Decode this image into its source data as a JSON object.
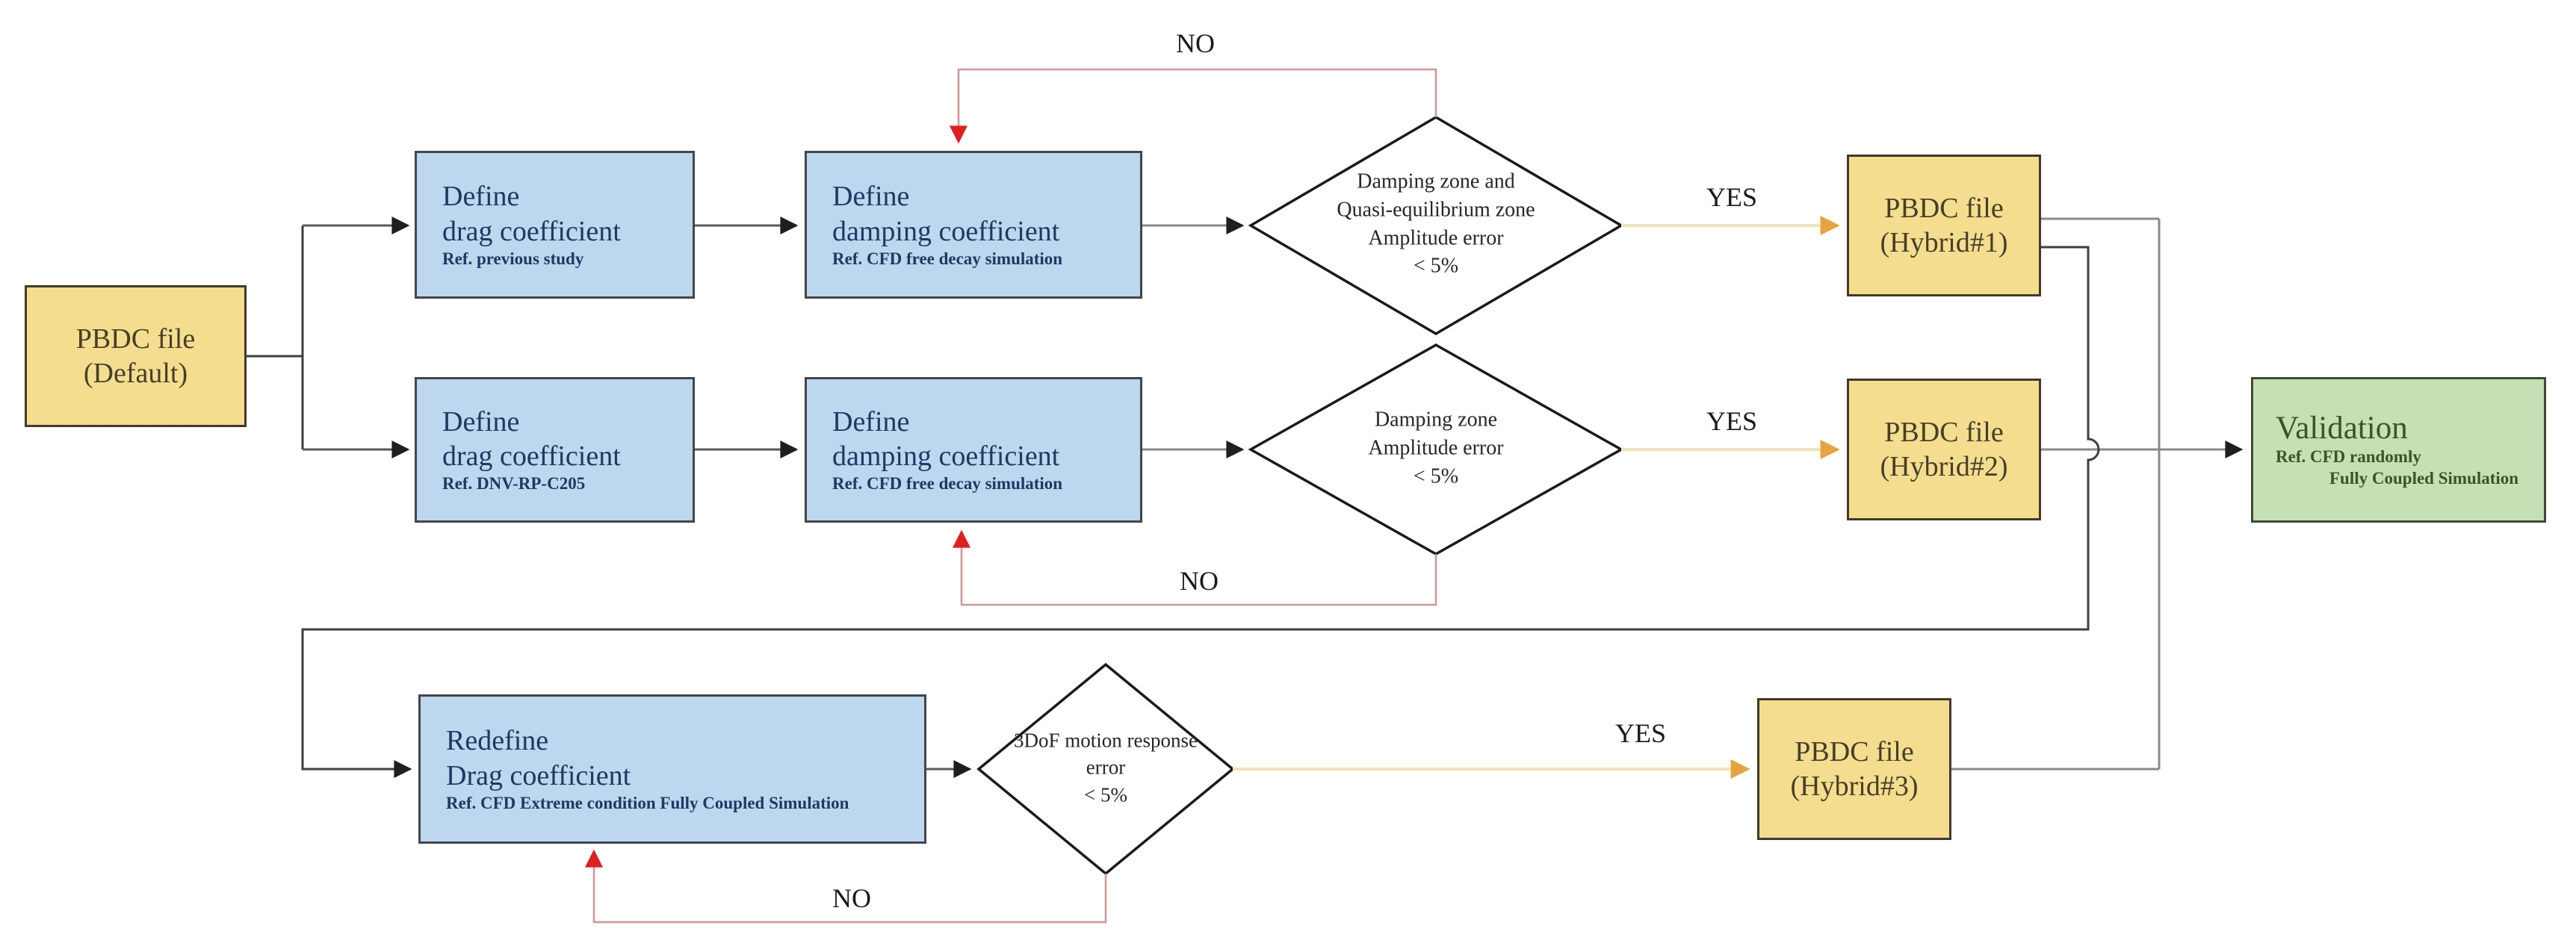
{
  "colors": {
    "node_blue": "#BDD7EE",
    "node_yellow": "#F5DD8F",
    "node_green": "#C5E0B4",
    "line_dark": "#4a4a4a",
    "line_gray": "#8a8a8a",
    "line_red": "#d29593",
    "arrow_red": "#e01f1f",
    "line_gold": "#f0e3b4",
    "arrow_gold": "#E8A33D",
    "text_blue": "#1F3864",
    "text_yellow": "#453f28",
    "text_green": "#375623"
  },
  "nodes": {
    "default": {
      "line1": "PBDC file",
      "line2": "(Default)"
    },
    "drag1": {
      "line1": "Define",
      "line2": "drag coefficient",
      "ref": "Ref. previous study"
    },
    "damp1": {
      "line1": "Define",
      "line2": "damping coefficient",
      "ref": "Ref. CFD free decay simulation"
    },
    "drag2": {
      "line1": "Define",
      "line2": "drag coefficient",
      "ref": "Ref. DNV-RP-C205"
    },
    "damp2": {
      "line1": "Define",
      "line2": "damping coefficient",
      "ref": "Ref. CFD free decay simulation"
    },
    "redefine": {
      "line1": "Redefine",
      "line2": "Drag coefficient",
      "ref": "Ref. CFD Extreme condition Fully Coupled Simulation"
    },
    "hybrid1": {
      "line1": "PBDC file",
      "line2": "(Hybrid#1)"
    },
    "hybrid2": {
      "line1": "PBDC file",
      "line2": "(Hybrid#2)"
    },
    "hybrid3": {
      "line1": "PBDC file",
      "line2": "(Hybrid#3)"
    },
    "validation": {
      "line1": "Validation",
      "ref1": "Ref. CFD randomly",
      "ref2": "Fully Coupled Simulation"
    }
  },
  "decisions": {
    "d1": {
      "line1": "Damping zone and",
      "line2": "Quasi-equilibrium zone",
      "line3": "Amplitude error",
      "line4": "< 5%"
    },
    "d2": {
      "line1": "Damping zone",
      "line2": "Amplitude error",
      "line3": "< 5%"
    },
    "d3": {
      "line1": "3DoF motion response",
      "line2": "error",
      "line3": "< 5%"
    }
  },
  "labels": {
    "yes1": "YES",
    "yes2": "YES",
    "yes3": "YES",
    "no1": "NO",
    "no2": "NO",
    "no3": "NO"
  }
}
